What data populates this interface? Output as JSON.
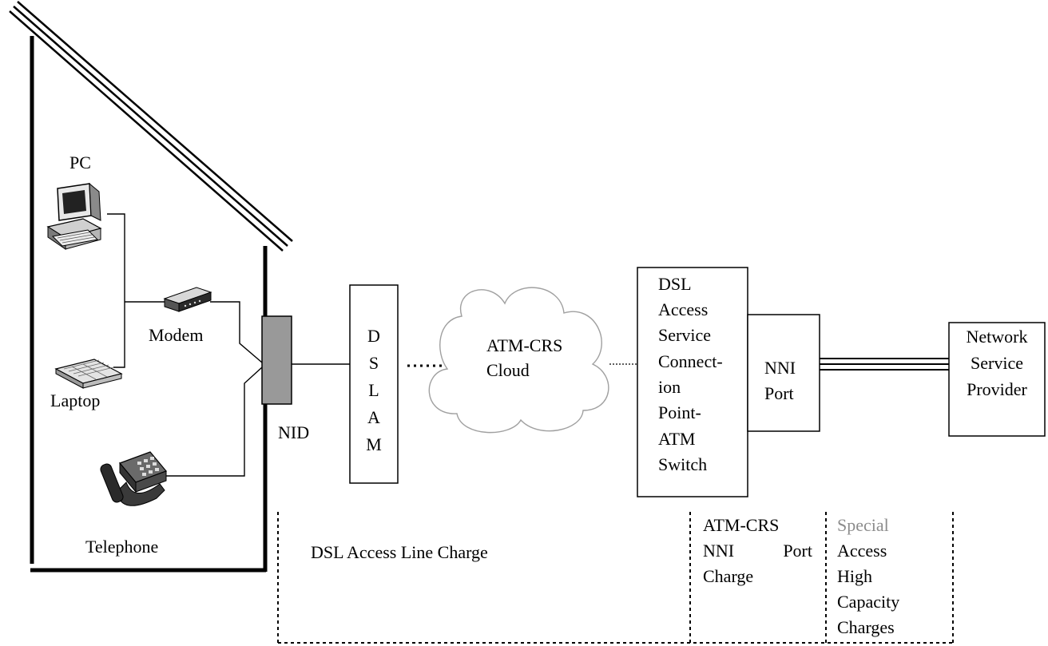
{
  "colors": {
    "line": "#000000",
    "nid_fill": "#999999",
    "special_text": "#8c8c8c",
    "cloud_stroke": "#a0a0a0"
  },
  "icons": {
    "pc": "desktop-computer-icon",
    "modem": "modem-icon",
    "laptop": "laptop-icon",
    "telephone": "desk-telephone-icon",
    "cloud": "cloud-icon"
  },
  "labels": {
    "pc": "PC",
    "modem": "Modem",
    "laptop": "Laptop",
    "telephone": "Telephone",
    "nid": "NID",
    "dslam_letters": [
      "D",
      "S",
      "L",
      "A",
      "M"
    ],
    "cloud_line1": "ATM-CRS",
    "cloud_line2": "Cloud",
    "dsl_access_lines": [
      "DSL",
      "Access",
      "Service",
      "Connect-",
      "ion",
      "Point-",
      "ATM",
      "Switch"
    ],
    "nni_lines": [
      "NNI",
      "Port"
    ],
    "nsp_lines": [
      "Network",
      "Service",
      "Provider"
    ]
  },
  "charges": {
    "dsl_line": "DSL Access Line Charge",
    "nni_lines": [
      "ATM-CRS",
      "NNI",
      "Port",
      "Charge"
    ],
    "special_first": "Special",
    "special_rest": [
      "Access",
      "High",
      "Capacity",
      "Charges"
    ]
  }
}
